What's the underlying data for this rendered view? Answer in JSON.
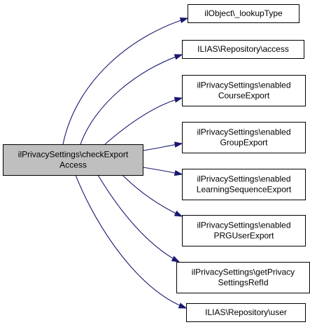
{
  "diagram": {
    "root": {
      "id": "root",
      "lines": [
        "ilPrivacySettings\\checkExport",
        "Access"
      ]
    },
    "callees": [
      {
        "id": "n1",
        "lines": [
          "ilObject\\_lookupType"
        ]
      },
      {
        "id": "n2",
        "lines": [
          "ILIAS\\Repository\\access"
        ]
      },
      {
        "id": "n3",
        "lines": [
          "ilPrivacySettings\\enabled",
          "CourseExport"
        ]
      },
      {
        "id": "n4",
        "lines": [
          "ilPrivacySettings\\enabled",
          "GroupExport"
        ]
      },
      {
        "id": "n5",
        "lines": [
          "ilPrivacySettings\\enabled",
          "LearningSequenceExport"
        ]
      },
      {
        "id": "n6",
        "lines": [
          "ilPrivacySettings\\enabled",
          "PRGUserExport"
        ]
      },
      {
        "id": "n7",
        "lines": [
          "ilPrivacySettings\\getPrivacy",
          "SettingsRefId"
        ]
      },
      {
        "id": "n8",
        "lines": [
          "ILIAS\\Repository\\user"
        ]
      }
    ],
    "edges": [
      {
        "from": "root",
        "to": "n1"
      },
      {
        "from": "root",
        "to": "n2"
      },
      {
        "from": "root",
        "to": "n3"
      },
      {
        "from": "root",
        "to": "n4"
      },
      {
        "from": "root",
        "to": "n5"
      },
      {
        "from": "root",
        "to": "n6"
      },
      {
        "from": "root",
        "to": "n7"
      },
      {
        "from": "root",
        "to": "n8"
      }
    ],
    "colors": {
      "root_fill": "#bfbfbf",
      "node_fill": "#ffffff",
      "edge": "#191970"
    }
  }
}
